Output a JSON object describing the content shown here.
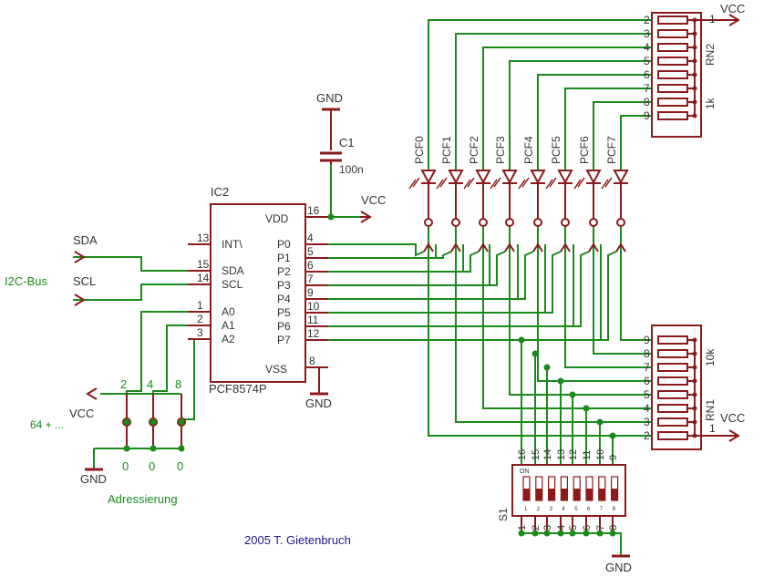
{
  "colors": {
    "wire": "#1a8a1a",
    "part": "#8b1a1a",
    "text": "#333333",
    "label": "#1a8a1a",
    "credit": "#1a1a8a"
  },
  "ic2": {
    "name": "IC2",
    "part": "PCF8574P",
    "vdd": "VDD",
    "vss": "VSS",
    "vdd_pin": "16",
    "vss_pin": "8",
    "left_pins": [
      {
        "num": "13",
        "label": "INT\\"
      },
      {
        "num": "15",
        "label": "SDA"
      },
      {
        "num": "14",
        "label": "SCL"
      },
      {
        "num": "1",
        "label": "A0"
      },
      {
        "num": "2",
        "label": "A1"
      },
      {
        "num": "3",
        "label": "A2"
      }
    ],
    "right_pins": [
      {
        "num": "4",
        "label": "P0"
      },
      {
        "num": "5",
        "label": "P1"
      },
      {
        "num": "6",
        "label": "P2"
      },
      {
        "num": "7",
        "label": "P3"
      },
      {
        "num": "9",
        "label": "P4"
      },
      {
        "num": "10",
        "label": "P5"
      },
      {
        "num": "11",
        "label": "P6"
      },
      {
        "num": "12",
        "label": "P7"
      }
    ]
  },
  "bus": {
    "sda": "SDA",
    "scl": "SCL",
    "label": "I2C-Bus"
  },
  "c1": {
    "name": "C1",
    "value": "100n",
    "gnd": "GND"
  },
  "vcc_ic": "VCC",
  "leds": [
    "PCF0",
    "PCF1",
    "PCF2",
    "PCF3",
    "PCF4",
    "PCF5",
    "PCF6",
    "PCF7"
  ],
  "rn2": {
    "name": "RN2",
    "value": "1k",
    "pins": [
      "2",
      "3",
      "4",
      "5",
      "6",
      "7",
      "8",
      "9"
    ],
    "common_pin": "1",
    "vcc": "VCC"
  },
  "rn1": {
    "name": "RN1",
    "value": "10k",
    "pins": [
      "9",
      "8",
      "7",
      "6",
      "5",
      "4",
      "3",
      "2"
    ],
    "common_pin": "1",
    "vcc": "VCC"
  },
  "s1": {
    "name": "S1",
    "on": "ON",
    "switch_nums": [
      "1",
      "2",
      "3",
      "4",
      "5",
      "6",
      "7",
      "8"
    ],
    "top_pins": [
      "16",
      "15",
      "14",
      "13",
      "12",
      "11",
      "10",
      "9"
    ],
    "bottom_pins": [
      "1",
      "2",
      "3",
      "4",
      "5",
      "6",
      "7",
      "8"
    ],
    "gnd": "GND"
  },
  "address": {
    "vcc": "VCC",
    "weights": [
      "2",
      "4",
      "8"
    ],
    "zeros": [
      "0",
      "0",
      "0"
    ],
    "prefix": "64 + ...",
    "gnd": "GND",
    "label": "Adressierung"
  },
  "credit": "2005 T. Gietenbruch"
}
